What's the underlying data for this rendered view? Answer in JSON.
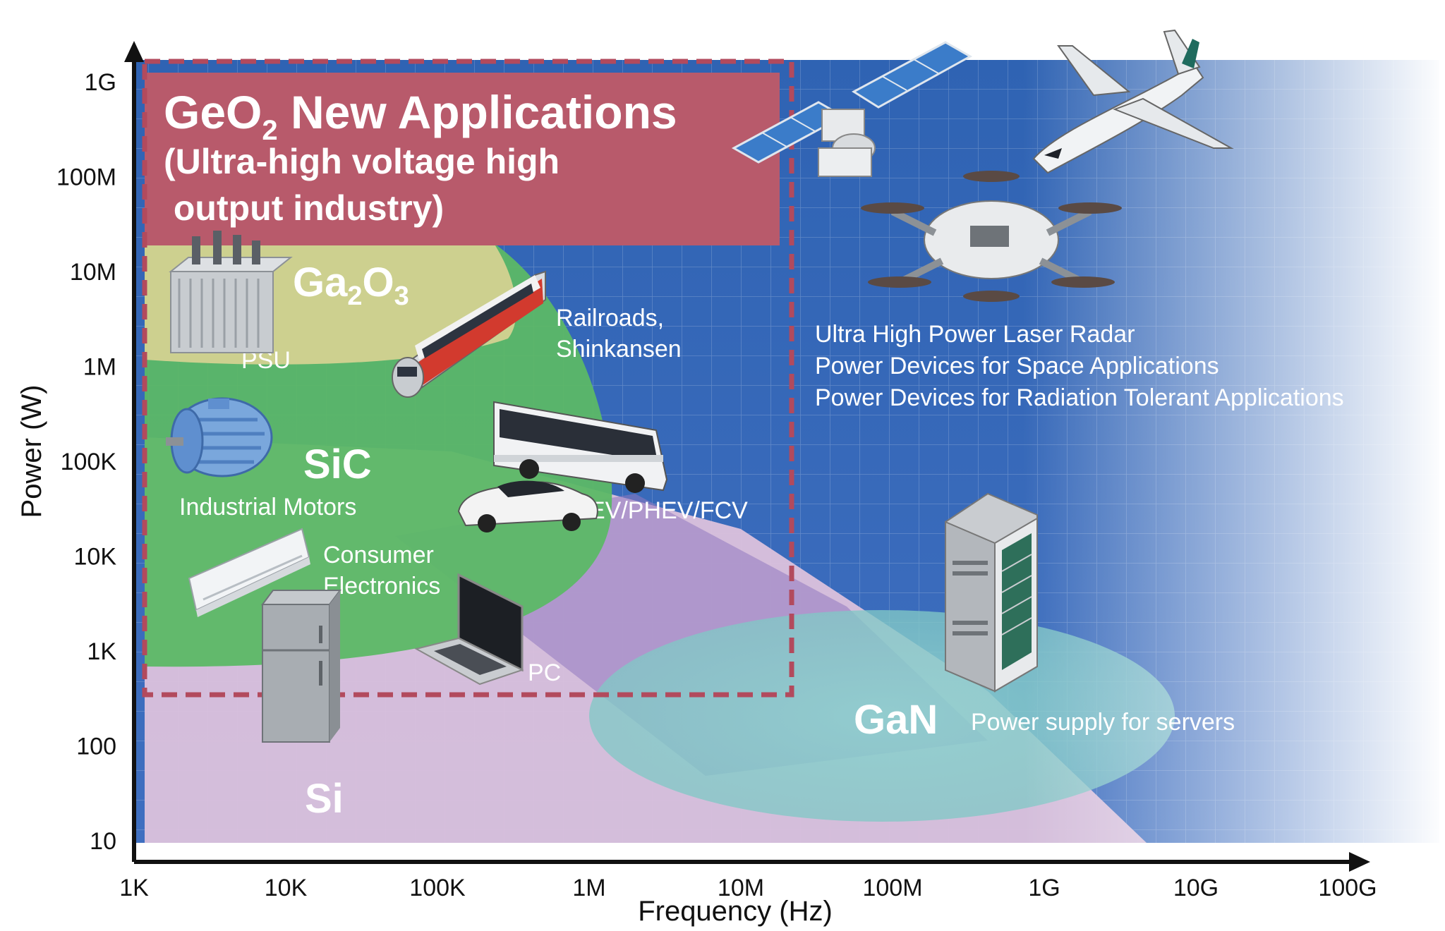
{
  "axes": {
    "x_title": "Frequency (Hz)",
    "y_title": "Power (W)",
    "x_ticks": [
      "1K",
      "10K",
      "100K",
      "1M",
      "10M",
      "100M",
      "1G",
      "10G",
      "100G"
    ],
    "y_ticks": [
      "1G",
      "100M",
      "10M",
      "1M",
      "100K",
      "10K",
      "1K",
      "100",
      "10"
    ]
  },
  "geo2": {
    "title_prefix": "GeO",
    "title_sub": "2",
    "title_suffix": " New Applications",
    "line2": "(Ultra-high voltage high",
    "line3": " output industry)",
    "color": "#b65a6a"
  },
  "regions": {
    "ga2o3": {
      "prefix": "Ga",
      "sub1": "2",
      "mid": "O",
      "sub2": "3",
      "color": "#cfd28a"
    },
    "sic": {
      "label": "SiC",
      "color": "#5fb86a"
    },
    "gan": {
      "label": "GaN",
      "color": "#7fc8c6"
    },
    "si": {
      "label": "Si",
      "color": "#d8bfd8"
    }
  },
  "applications": {
    "psu": "PSU",
    "railroads_1": "Railroads,",
    "railroads_2": "Shinkansen",
    "motors": "Industrial Motors",
    "ev": "EV/PHEV/FCV",
    "consumer_1": "Consumer",
    "consumer_2": "Electronics",
    "pc": "PC",
    "laser_1": "Ultra High Power Laser Radar",
    "laser_2": "Power Devices for Space Applications",
    "laser_3": "Power Devices for Radiation Tolerant Applications",
    "servers": "Power supply for servers"
  },
  "icons": [
    "transformer-icon",
    "train-icon",
    "bus-icon",
    "car-icon",
    "motor-icon",
    "air-conditioner-icon",
    "refrigerator-icon",
    "laptop-icon",
    "satellite-icon",
    "airplane-icon",
    "drone-icon",
    "server-rack-icon"
  ]
}
